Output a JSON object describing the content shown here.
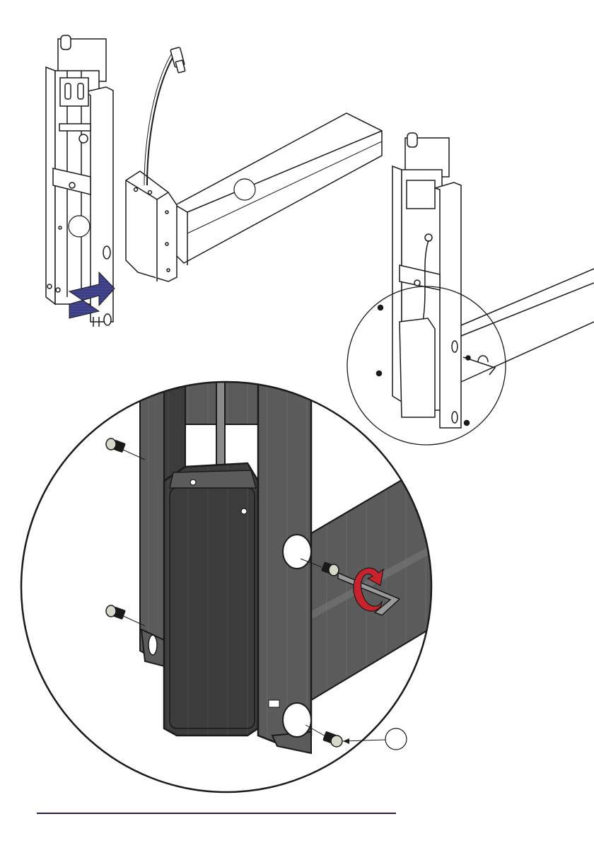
{
  "diagram": {
    "kind": "assembly-instruction",
    "colors": {
      "background": "#ffffff",
      "line": "#1a1a1a",
      "steel_light": "#ffffff",
      "steel_dark": "#5b5b5b",
      "steel_darker": "#3c3c3c",
      "arrow_blue": "#3d3f86",
      "rotation_red": "#c8232c",
      "footer_rule": "#2e1a47"
    },
    "callouts": [
      {
        "id": "leg-callout",
        "label": ""
      },
      {
        "id": "beam-callout",
        "label": ""
      },
      {
        "id": "screw-callout",
        "label": ""
      }
    ],
    "footer": {
      "text": ""
    }
  }
}
